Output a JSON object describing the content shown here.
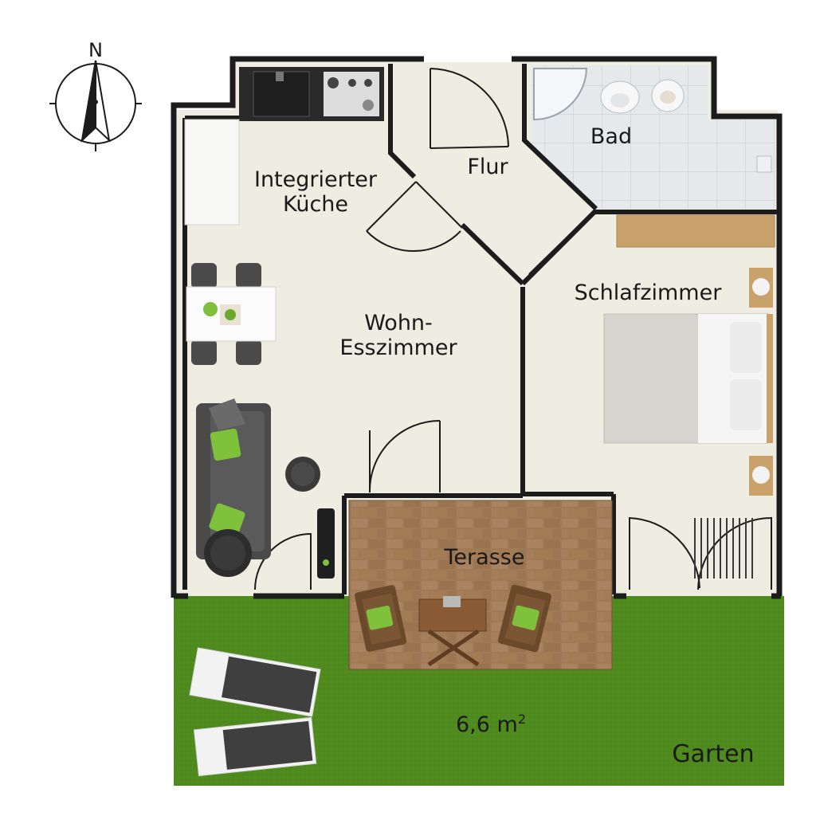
{
  "compass": {
    "north_label": "N"
  },
  "rooms": {
    "kitchen": {
      "line1": "Integrierter",
      "line2": "Küche"
    },
    "hall": {
      "label": "Flur"
    },
    "bath": {
      "label": "Bad"
    },
    "living": {
      "line1": "Wohn-",
      "line2": "Esszimmer"
    },
    "bedroom": {
      "label": "Schlafzimmer"
    },
    "terrace": {
      "label": "Terasse"
    },
    "garden": {
      "label": "Garten"
    }
  },
  "area": {
    "value": "6,6 m",
    "unit_sup": "2"
  },
  "colors": {
    "wall": "#1c1c1c",
    "floor": "#efece2",
    "bath_tile": "#e4e7ea",
    "garden": "#4f8a1e",
    "terrace": "#a17a57",
    "wood": "#c8a26a",
    "sofa": "#4a4a4a",
    "accent_green": "#7fc13a"
  }
}
